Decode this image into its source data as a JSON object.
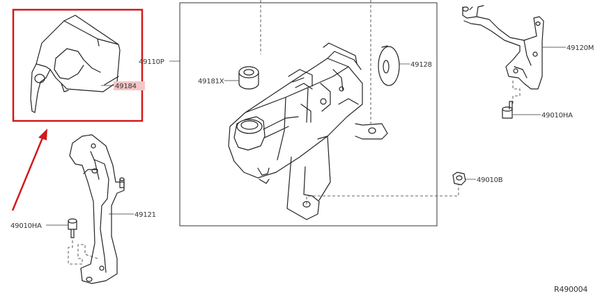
{
  "diagram": {
    "reference_code": "R490004",
    "parts": [
      {
        "id": "p49184",
        "label": "49184",
        "highlighted": true
      },
      {
        "id": "p49110p",
        "label": "49110P"
      },
      {
        "id": "p49181x",
        "label": "49181X"
      },
      {
        "id": "p49128",
        "label": "49128"
      },
      {
        "id": "p49120m",
        "label": "49120M"
      },
      {
        "id": "p49010ha_right",
        "label": "49010HA"
      },
      {
        "id": "p49010b",
        "label": "49010B"
      },
      {
        "id": "p49121",
        "label": "49121"
      },
      {
        "id": "p49010ha_left",
        "label": "49010HA"
      }
    ],
    "colors": {
      "highlight_box": "#d11a1a",
      "highlight_arrow": "#d11a1a",
      "label_highlight_bg": "#f4c6c6",
      "line": "#222222"
    }
  }
}
